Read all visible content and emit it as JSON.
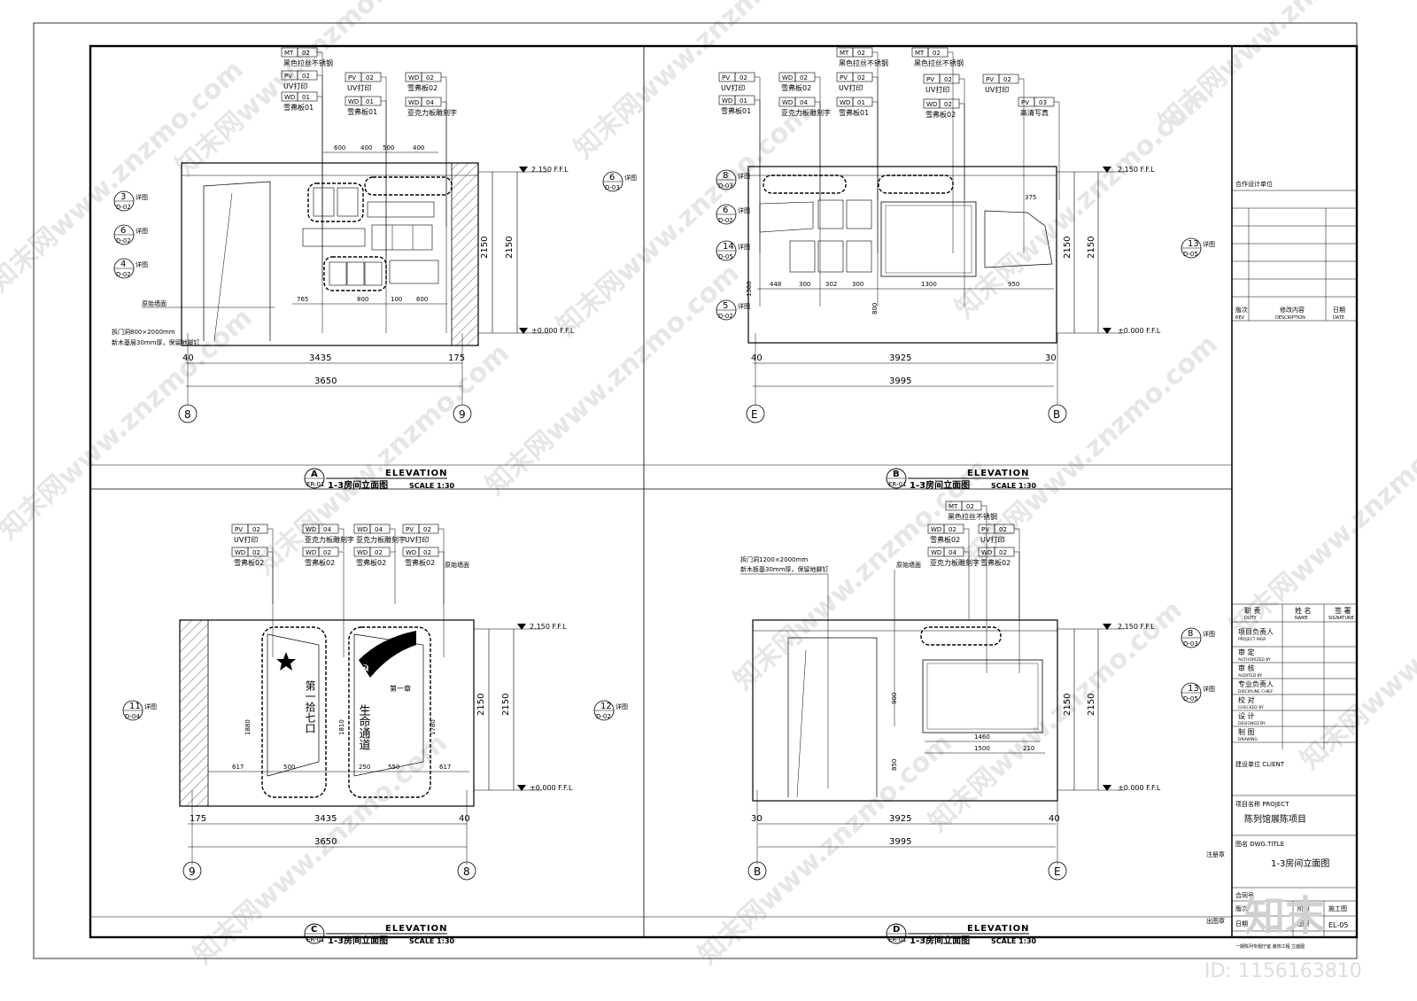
{
  "watermark": {
    "text": "www.znzmo.com",
    "brand": "知末网",
    "id_label": "ID: 1156163810",
    "logo": "知末"
  },
  "common": {
    "ffl_top": "2.150 F.F.L",
    "ffl_bottom": "±0.000 F.F.L",
    "height": "2150",
    "detail": "详图",
    "elev_word": "ELEVATION",
    "sheet_ref": "ER-01",
    "scale": "SCALE 1:30",
    "subtitle": "1-3房间立面图"
  },
  "panels": [
    {
      "letter": "A",
      "top_dims": [
        "600",
        "400",
        "500",
        "400"
      ],
      "inner_dims": [
        "765",
        "800",
        "100",
        "600"
      ],
      "dim_small": [
        "40",
        "3435",
        "175"
      ],
      "dim_total": "3650",
      "grids": [
        "8",
        "9"
      ],
      "notes": [
        "原始墙面",
        "拆门洞800×2000mm",
        "新木基层30mm厚，保留地脚钉"
      ],
      "callouts": [
        {
          "tag": "MT",
          "num": "02",
          "label": "黑色拉丝不锈钢"
        },
        {
          "tag": "PV",
          "num": "02",
          "label": "UV打印"
        },
        {
          "tag": "WD",
          "num": "01",
          "label": "雪弗板01"
        },
        {
          "tag": "PV",
          "num": "02",
          "label": "UV打印"
        },
        {
          "tag": "WD",
          "num": "01",
          "label": "雪弗板01"
        },
        {
          "tag": "WD",
          "num": "02",
          "label": "雪弗板02"
        },
        {
          "tag": "WD",
          "num": "04",
          "label": "亚克力板雕刻字"
        }
      ],
      "sections": [
        {
          "n": "3",
          "s": "D-02"
        },
        {
          "n": "6",
          "s": "D-02"
        },
        {
          "n": "4",
          "s": "D-02"
        },
        {
          "n": "6",
          "s": "D-03"
        }
      ]
    },
    {
      "letter": "B",
      "top_dims": [
        "448",
        "300",
        "302",
        "300",
        "1300",
        "950"
      ],
      "inner_dims": [
        "375",
        "1380",
        "800"
      ],
      "dim_small": [
        "40",
        "3925",
        "30"
      ],
      "dim_total": "3995",
      "grids": [
        "E",
        "B"
      ],
      "notes": [],
      "callouts": [
        {
          "tag": "PV",
          "num": "02",
          "label": "UV打印"
        },
        {
          "tag": "WD",
          "num": "01",
          "label": "雪弗板01"
        },
        {
          "tag": "WD",
          "num": "02",
          "label": "雪弗板02"
        },
        {
          "tag": "WD",
          "num": "04",
          "label": "亚克力板雕刻字"
        },
        {
          "tag": "MT",
          "num": "02",
          "label": "黑色拉丝不锈钢"
        },
        {
          "tag": "PV",
          "num": "02",
          "label": "UV打印"
        },
        {
          "tag": "WD",
          "num": "01",
          "label": "雪弗板01"
        },
        {
          "tag": "MT",
          "num": "02",
          "label": "黑色拉丝不锈钢"
        },
        {
          "tag": "PV",
          "num": "02",
          "label": "UV打印"
        },
        {
          "tag": "WD",
          "num": "02",
          "label": "雪弗板02"
        },
        {
          "tag": "PV",
          "num": "02",
          "label": "UV打印"
        },
        {
          "tag": "PV",
          "num": "03",
          "label": "高清写真"
        }
      ],
      "sections": [
        {
          "n": "8",
          "s": "D-03"
        },
        {
          "n": "6",
          "s": "D-02"
        },
        {
          "n": "14",
          "s": "D-05"
        },
        {
          "n": "5",
          "s": "D-02"
        },
        {
          "n": "13",
          "s": "D-05"
        }
      ]
    },
    {
      "letter": "C",
      "top_dims": [
        "617",
        "500",
        "250",
        "550",
        "617"
      ],
      "inner_dims": [
        "1880",
        "1810",
        "1780"
      ],
      "dim_small": [
        "175",
        "3435",
        "40"
      ],
      "dim_total": "3650",
      "grids": [
        "9",
        "8"
      ],
      "notes": [
        "原始墙面"
      ],
      "art_text": {
        "left": "第一拾七口",
        "right": "生命通道",
        "tag": "第一章"
      },
      "callouts": [
        {
          "tag": "PV",
          "num": "02",
          "label": "UV打印"
        },
        {
          "tag": "WD",
          "num": "02",
          "label": "雪弗板02"
        },
        {
          "tag": "WD",
          "num": "04",
          "label": "亚克力板雕刻字"
        },
        {
          "tag": "WD",
          "num": "02",
          "label": "雪弗板02"
        },
        {
          "tag": "WD",
          "num": "04",
          "label": "亚克力板雕刻字"
        },
        {
          "tag": "WD",
          "num": "02",
          "label": "雪弗板02"
        },
        {
          "tag": "PV",
          "num": "02",
          "label": "UV打印"
        },
        {
          "tag": "WD",
          "num": "02",
          "label": "雪弗板02"
        }
      ],
      "sections": [
        {
          "n": "11",
          "s": "D-04"
        },
        {
          "n": "12",
          "s": "D-02"
        }
      ]
    },
    {
      "letter": "D",
      "top_dims": [
        "1460",
        "1500",
        "210"
      ],
      "inner_dims": [
        "900",
        "850"
      ],
      "dim_small": [
        "30",
        "3925",
        "40"
      ],
      "dim_total": "3995",
      "grids": [
        "B",
        "E"
      ],
      "notes": [
        "原始墙面",
        "拆门洞1200×2000mm",
        "新木板基30mm厚，保留地脚钉"
      ],
      "callouts": [
        {
          "tag": "MT",
          "num": "02",
          "label": "黑色拉丝不锈钢"
        },
        {
          "tag": "WD",
          "num": "02",
          "label": "雪弗板02"
        },
        {
          "tag": "WD",
          "num": "04",
          "label": "亚克力板雕刻字"
        },
        {
          "tag": "PV",
          "num": "02",
          "label": "UV打印"
        },
        {
          "tag": "WD",
          "num": "02",
          "label": "雪弗板02"
        }
      ],
      "sections": [
        {
          "n": "8",
          "s": "D-03"
        },
        {
          "n": "13",
          "s": "D-05"
        }
      ]
    }
  ],
  "title_block": {
    "design_unit": "合作设计单位",
    "rev_headers": [
      "版次",
      "修改内容",
      "日期"
    ],
    "rev_headers_en": [
      "REV",
      "DESCRIPTION",
      "DATE"
    ],
    "sign_headers": [
      "职 责",
      "姓 名",
      "签 署"
    ],
    "sign_headers_en": [
      "DUTY",
      "NAME",
      "SIGNATURE"
    ],
    "roles": [
      {
        "cn": "项目负责人",
        "en": "PROJECT MGR"
      },
      {
        "cn": "审 定",
        "en": "AUTHORIZED BY"
      },
      {
        "cn": "审 核",
        "en": "AUDITED BY"
      },
      {
        "cn": "专业负责人",
        "en": "DISCIPLINE CHIEF"
      },
      {
        "cn": "校 对",
        "en": "CHECKED BY"
      },
      {
        "cn": "设 计",
        "en": "DESIGNED BY"
      },
      {
        "cn": "制 图",
        "en": "DRAWING"
      }
    ],
    "client_label": "建设单位 CLIENT",
    "project_label": "项目名称 PROJECT",
    "project_name": "陈列馆展陈项目",
    "dwg_label": "图名 DWG.TITLE",
    "dwg_title": "1-3房间立面图",
    "stamp_label": "注册章",
    "seal_label": "出图章",
    "job_label": "合同号",
    "rev_label": "版次",
    "stage_label": "阶段",
    "stage": "施工图",
    "date_label": "日期",
    "dwg_no_label": "图号",
    "dwg_no": "EL-05",
    "bottom_line": "一期陈列专题厅室  装饰工程 立面图"
  }
}
